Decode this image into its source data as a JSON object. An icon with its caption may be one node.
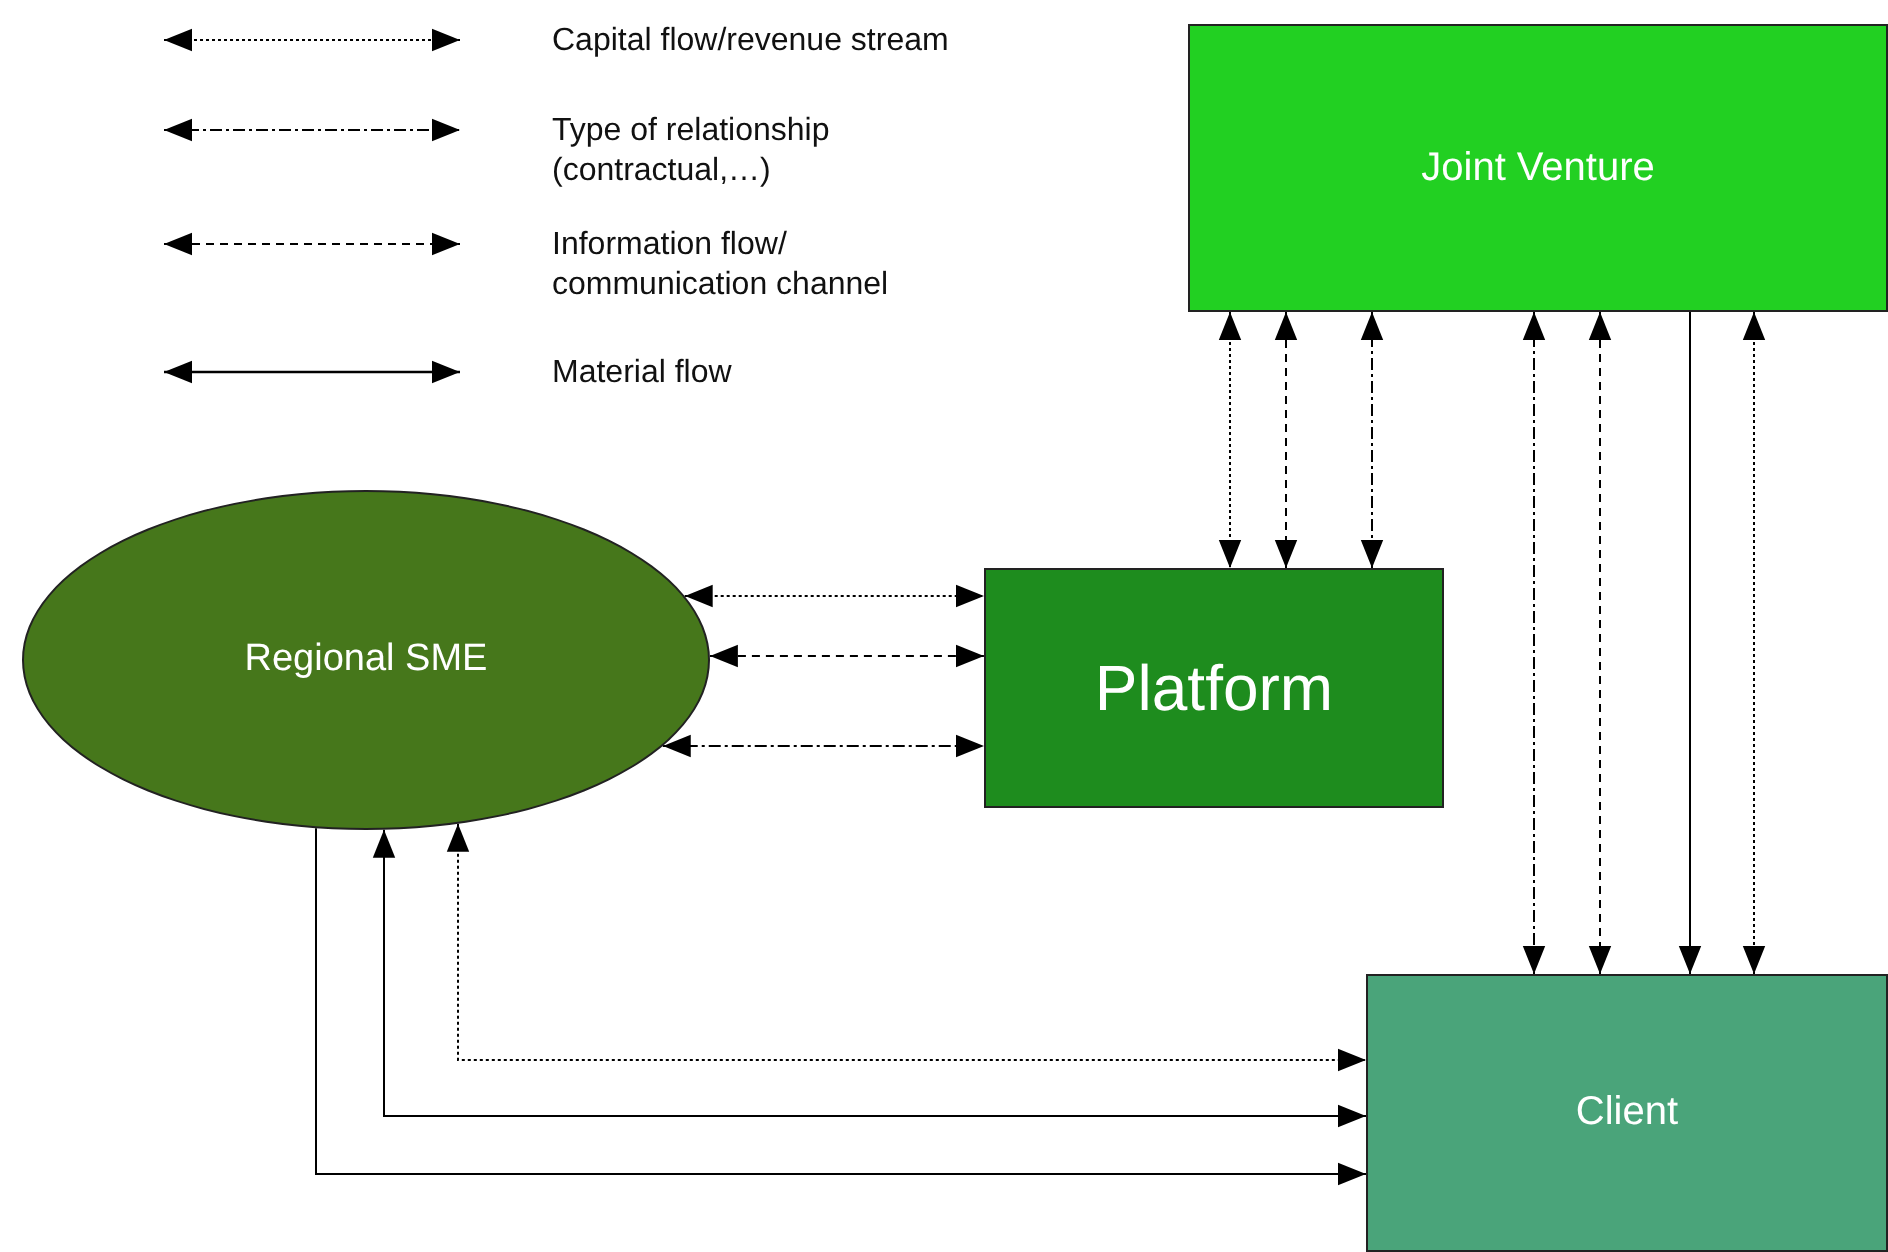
{
  "diagram": {
    "nodes": [
      {
        "text": [
          "Joint Venture"
        ]
      },
      {
        "text": [
          "Regional SME"
        ]
      },
      {
        "text": [
          "Platform"
        ]
      },
      {
        "text": [
          "Client"
        ]
      }
    ],
    "edges": [
      {
        "from": 0,
        "to": 2,
        "arrow": "both",
        "style": "dashed"
      },
      {
        "from": 0,
        "to": 2,
        "arrow": "both",
        "style": "dashed"
      },
      {
        "from": 0,
        "to": 2,
        "arrow": "both",
        "style": "dashed"
      },
      {
        "from": 0,
        "to": 3,
        "arrow": "both",
        "style": "dashed"
      },
      {
        "from": 0,
        "to": 3,
        "arrow": "both",
        "style": "dashed"
      },
      {
        "from": 0,
        "to": 3,
        "arrow": "to"
      },
      {
        "from": 0,
        "to": 3,
        "arrow": "both",
        "style": "dashed"
      },
      {
        "from": 1,
        "to": 2,
        "arrow": "both",
        "style": "dashed"
      },
      {
        "from": 1,
        "to": 2,
        "arrow": "both",
        "style": "dashed"
      },
      {
        "from": 1,
        "to": 2,
        "arrow": "both",
        "style": "dashed"
      },
      {
        "from": 1,
        "to": 3,
        "arrow": "both",
        "style": "dashed"
      },
      {
        "from": 1,
        "to": 3,
        "arrow": "both"
      },
      {
        "from": 1,
        "to": 3,
        "arrow": "to"
      }
    ],
    "legend": [
      {
        "text": "Capital flow/revenue stream"
      },
      {
        "text": "Type of relationship (contractual,…)"
      },
      {
        "text": "Information flow/ communication channel"
      },
      {
        "text": "Material flow"
      }
    ]
  }
}
